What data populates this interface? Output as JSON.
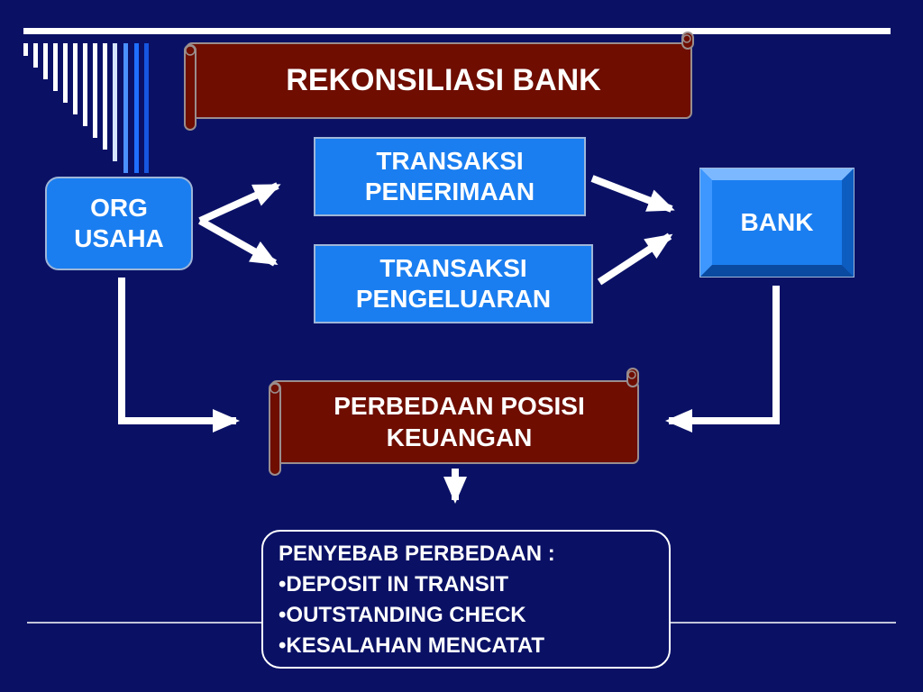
{
  "title": "REKONSILIASI BANK",
  "org": {
    "line1": "ORG",
    "line2": "USAHA"
  },
  "penerimaan": {
    "line1": "TRANSAKSI",
    "line2": "PENERIMAAN"
  },
  "pengeluaran": {
    "line1": "TRANSAKSI",
    "line2": "PENGELUARAN"
  },
  "bank": "BANK",
  "perbedaan": {
    "line1": "PERBEDAAN POSISI",
    "line2": "KEUANGAN"
  },
  "penyebab": {
    "heading": "PENYEBAB PERBEDAAN :",
    "items": [
      "•DEPOSIT IN TRANSIT",
      "•OUTSTANDING CHECK",
      "•KESALAHAN MENCATAT"
    ]
  },
  "colors": {
    "background": "#0a1165",
    "scroll_fill": "#6e0d00",
    "box_blue": "#1a7ef0",
    "line_white": "#ffffff"
  }
}
